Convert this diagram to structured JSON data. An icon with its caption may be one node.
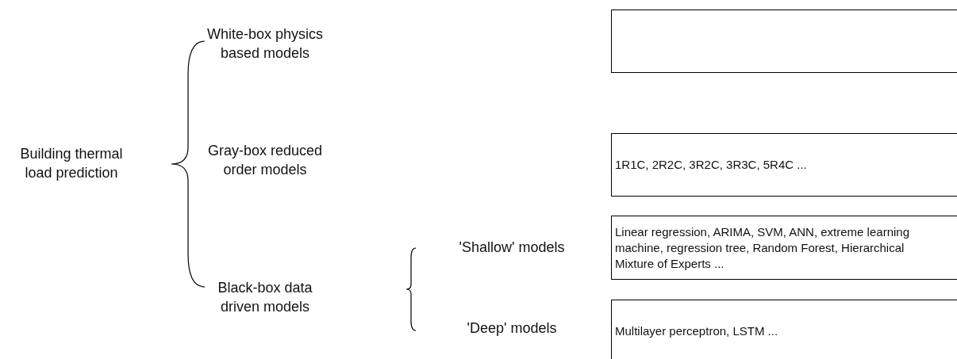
{
  "diagram": {
    "nodes": [
      {
        "text": [],
        "shape": "box"
      },
      {
        "text": [
          "1R1C, 2R2C, 3R2C, 3R3C, 5R4C ..."
        ]
      },
      {
        "text": [
          "Linear regression, ARIMA, SVM, ANN, extreme learning machine, regression tree, Random Forest, Hierarchical Mixture of Experts ..."
        ]
      },
      {
        "text": [
          "Multilayer perceptron, LSTM ..."
        ]
      }
    ],
    "edges": [],
    "labels": [
      "Building thermal load prediction",
      "White-box physics based models",
      "Gray-box reduced order models",
      "'Shallow' models",
      "Black-box data driven models",
      "'Deep' models"
    ]
  }
}
